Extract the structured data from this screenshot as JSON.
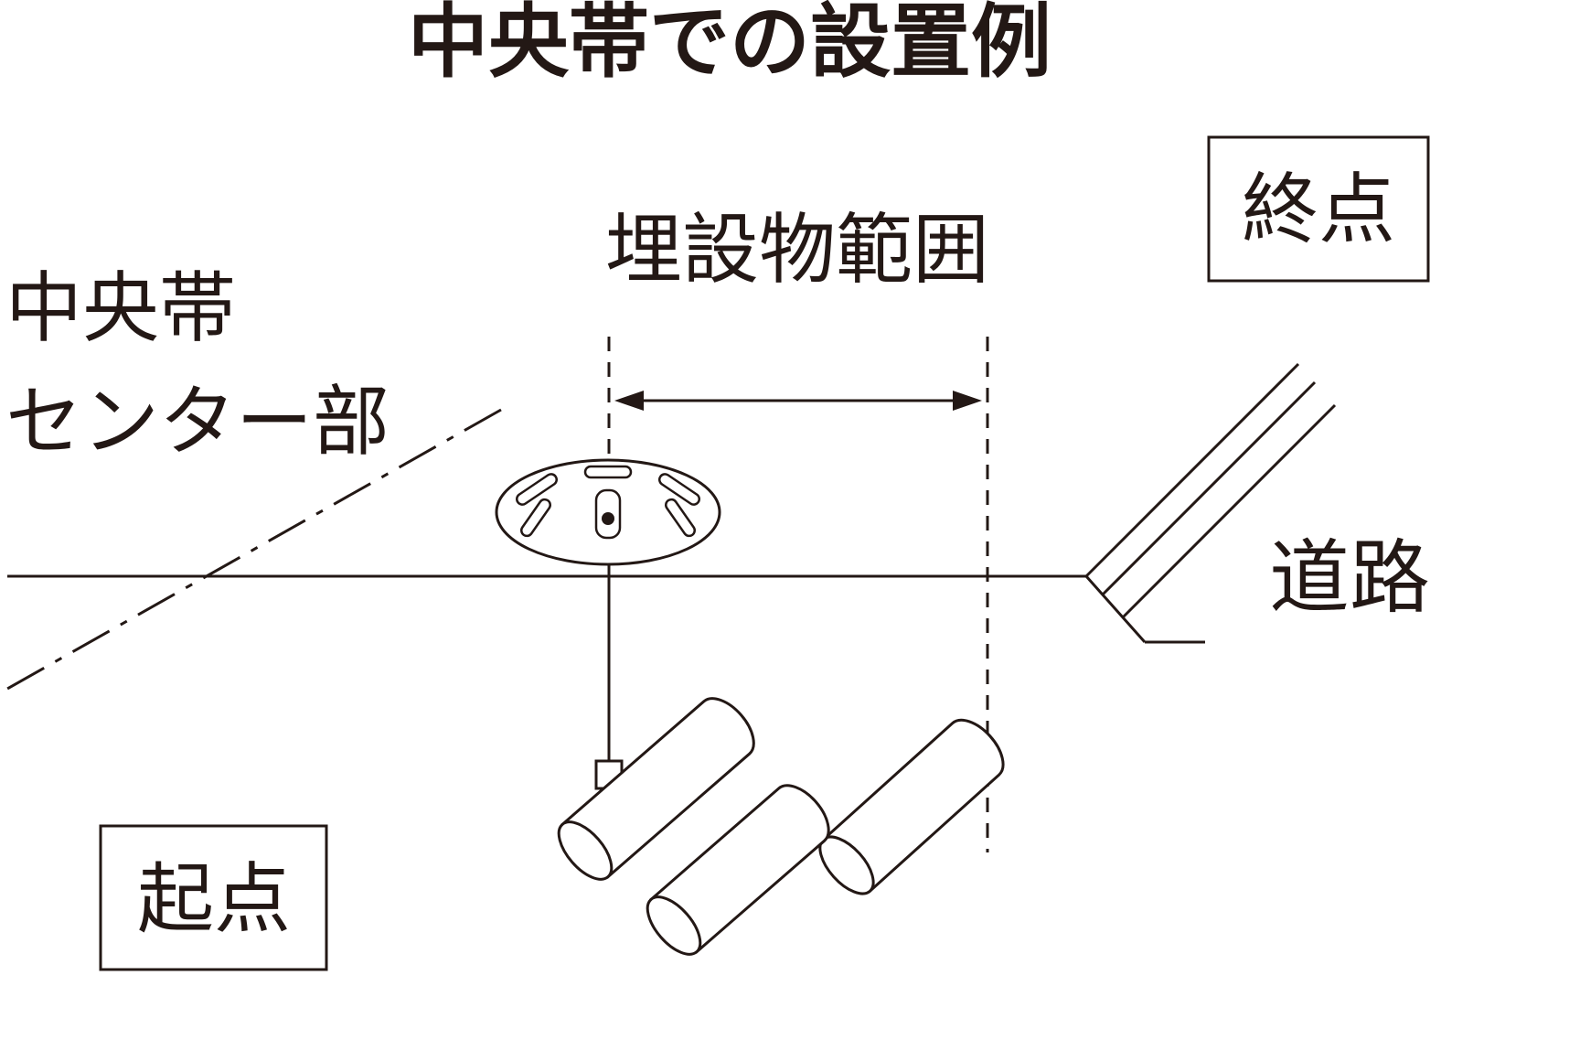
{
  "title": "中央帯での設置例",
  "labels": {
    "buried_range": "埋設物範囲",
    "end_point": "終点",
    "median_strip_line1": "中央帯",
    "median_strip_line2": "センター部",
    "road": "道路",
    "start_point": "起点"
  },
  "colors": {
    "line": "#231815",
    "background": "#ffffff"
  }
}
